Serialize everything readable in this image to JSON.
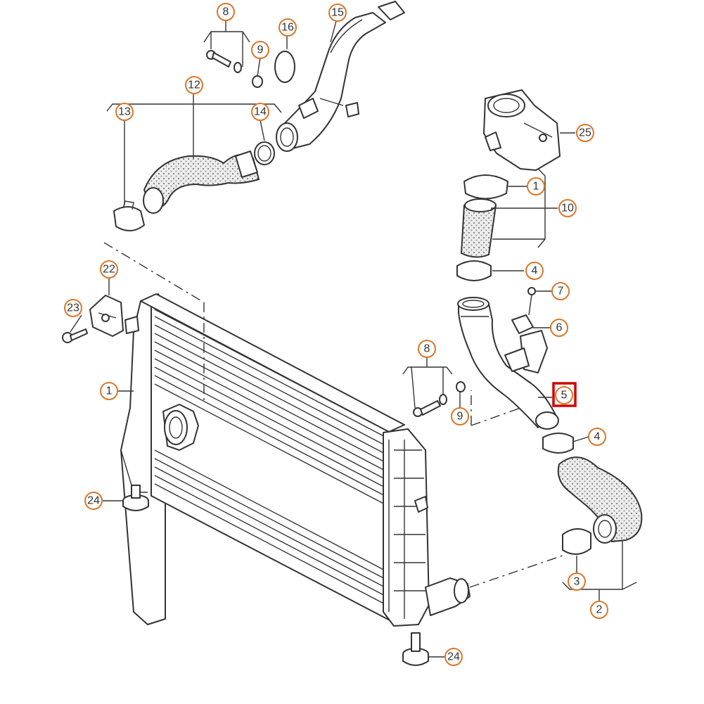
{
  "diagram": {
    "highlight_color": "#d00000",
    "callout_color": "#d9772a",
    "parts": [
      {
        "id": "p1",
        "label": "1"
      },
      {
        "id": "p1b",
        "label": "1"
      },
      {
        "id": "p2",
        "label": "2"
      },
      {
        "id": "p3",
        "label": "3"
      },
      {
        "id": "p4a",
        "label": "4"
      },
      {
        "id": "p4b",
        "label": "4"
      },
      {
        "id": "p5",
        "label": "5",
        "highlighted": true
      },
      {
        "id": "p6",
        "label": "6"
      },
      {
        "id": "p7",
        "label": "7"
      },
      {
        "id": "p8a",
        "label": "8"
      },
      {
        "id": "p8b",
        "label": "8"
      },
      {
        "id": "p9a",
        "label": "9"
      },
      {
        "id": "p9b",
        "label": "9"
      },
      {
        "id": "p10",
        "label": "10"
      },
      {
        "id": "p12",
        "label": "12"
      },
      {
        "id": "p13",
        "label": "13"
      },
      {
        "id": "p14",
        "label": "14"
      },
      {
        "id": "p15",
        "label": "15"
      },
      {
        "id": "p16",
        "label": "16"
      },
      {
        "id": "p22",
        "label": "22"
      },
      {
        "id": "p23",
        "label": "23"
      },
      {
        "id": "p24a",
        "label": "24"
      },
      {
        "id": "p24b",
        "label": "24"
      },
      {
        "id": "p25",
        "label": "25"
      }
    ]
  }
}
